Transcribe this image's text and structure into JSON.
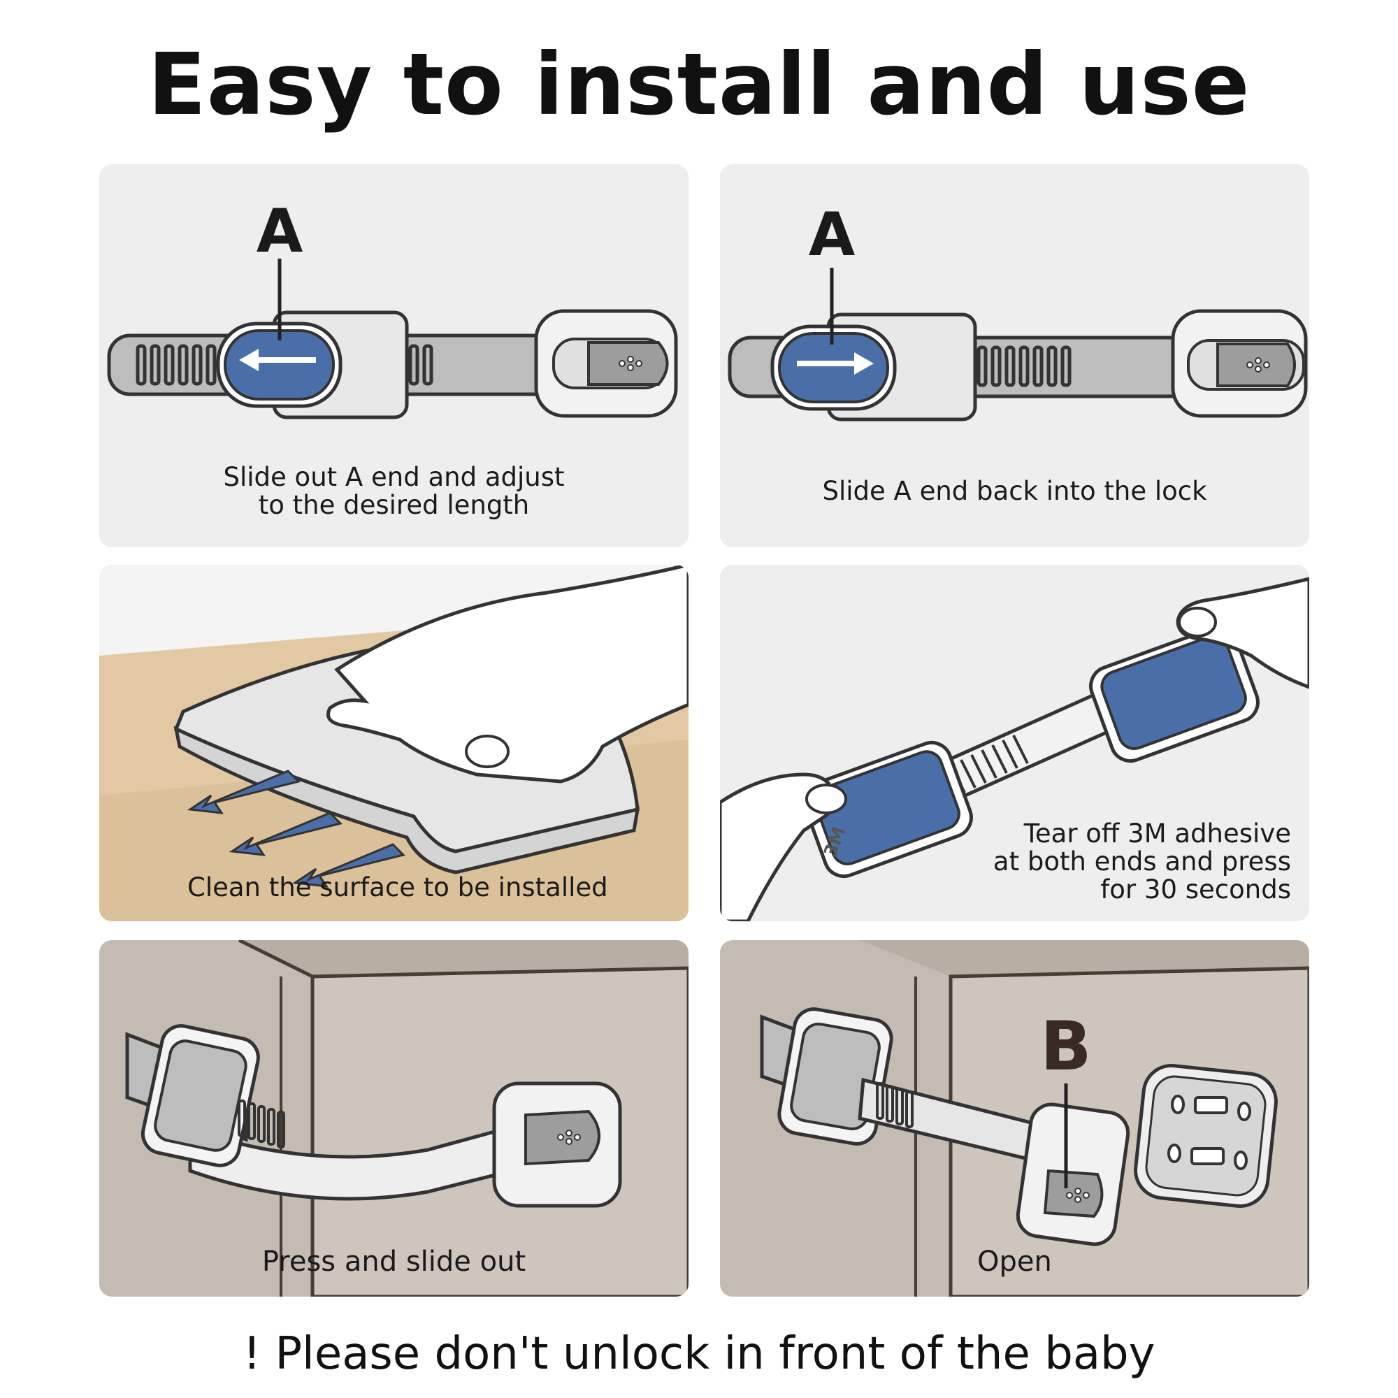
{
  "title": "Easy to install and use",
  "footer": "! Please don't unlock in front of the baby",
  "panels": [
    {
      "lines": [
        "Slide out A end and adjust",
        "to the desired length"
      ],
      "label": "A"
    },
    {
      "lines": [
        "Slide A end back into the lock"
      ],
      "label": "A"
    },
    {
      "lines": [
        "Clean the surface to be installed"
      ]
    },
    {
      "lines": [
        "Tear off 3M adhesive",
        "at both ends and press",
        "for 30 seconds"
      ],
      "brand": "3M"
    },
    {
      "lines": [
        "Press and slide out"
      ]
    },
    {
      "lines": [
        "Open"
      ],
      "label": "B"
    }
  ],
  "colors": {
    "accent_blue": "#4a6fa8",
    "panel_light": "#eeeeee",
    "panel_taupe": "#c4bcb2",
    "wood": "#e2c9a4"
  }
}
